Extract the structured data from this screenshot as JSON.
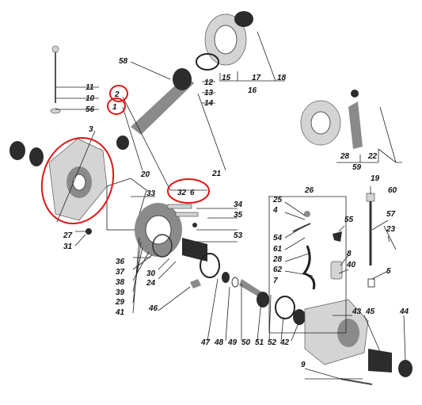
{
  "diagram": {
    "highlight_color": "#e01515",
    "callouts": [
      "11",
      "10",
      "56",
      "58",
      "12",
      "13",
      "14",
      "15",
      "17",
      "18",
      "16",
      "2",
      "1",
      "3",
      "20",
      "21",
      "28",
      "22",
      "59",
      "19",
      "33",
      "32",
      "6",
      "26",
      "25",
      "4",
      "60",
      "34",
      "57",
      "35",
      "55",
      "27",
      "31",
      "53",
      "54",
      "61",
      "23",
      "28",
      "36",
      "37",
      "38",
      "39",
      "29",
      "30",
      "24",
      "62",
      "5",
      "7",
      "8",
      "40",
      "41",
      "46",
      "47",
      "48",
      "49",
      "50",
      "51",
      "52",
      "42",
      "43",
      "45",
      "44",
      "9"
    ],
    "highlighted_callouts": [
      "2",
      "1",
      "33 32"
    ]
  }
}
